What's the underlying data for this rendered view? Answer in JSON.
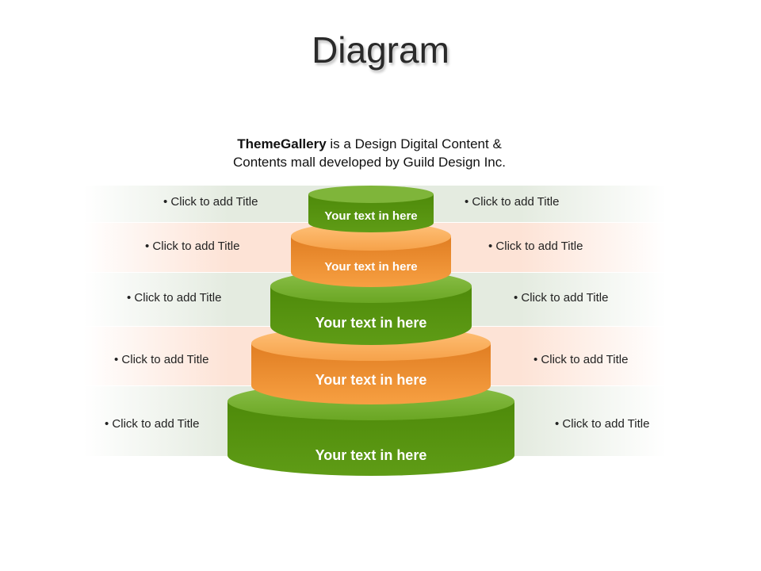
{
  "title": "Diagram",
  "subtitle": {
    "brand": "ThemeGallery",
    "line1_rest": " is a  Design Digital Content &",
    "line2": "Contents mall developed by Guild Design Inc."
  },
  "tiers": [
    {
      "text": "Your text in here",
      "left_label": "• Click to add Title",
      "right_label": "• Click to add Title"
    },
    {
      "text": "Your text in here",
      "left_label": "• Click to add Title",
      "right_label": "• Click to add Title"
    },
    {
      "text": "Your text in here",
      "left_label": "• Click to add Title",
      "right_label": "• Click to add Title"
    },
    {
      "text": "Your text in here",
      "left_label": "• Click to add Title",
      "right_label": "• Click to add Title"
    },
    {
      "text": "Your text in here",
      "left_label": "• Click to add Title",
      "right_label": "• Click to add Title"
    }
  ],
  "colors": {
    "green_light": "#7fb53a",
    "green_dark": "#4e8a0a",
    "orange_light": "#ffb45a",
    "orange_dark": "#e8852a",
    "band_green": "#e4ebe0",
    "band_orange": "#fde3d6"
  }
}
